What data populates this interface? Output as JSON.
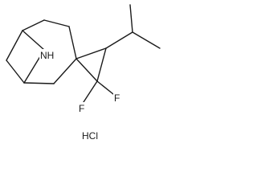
{
  "molecule": {
    "atom_labels": {
      "nh": "NH",
      "f1": "F",
      "f2": "F"
    },
    "salt_label": "HCl"
  }
}
